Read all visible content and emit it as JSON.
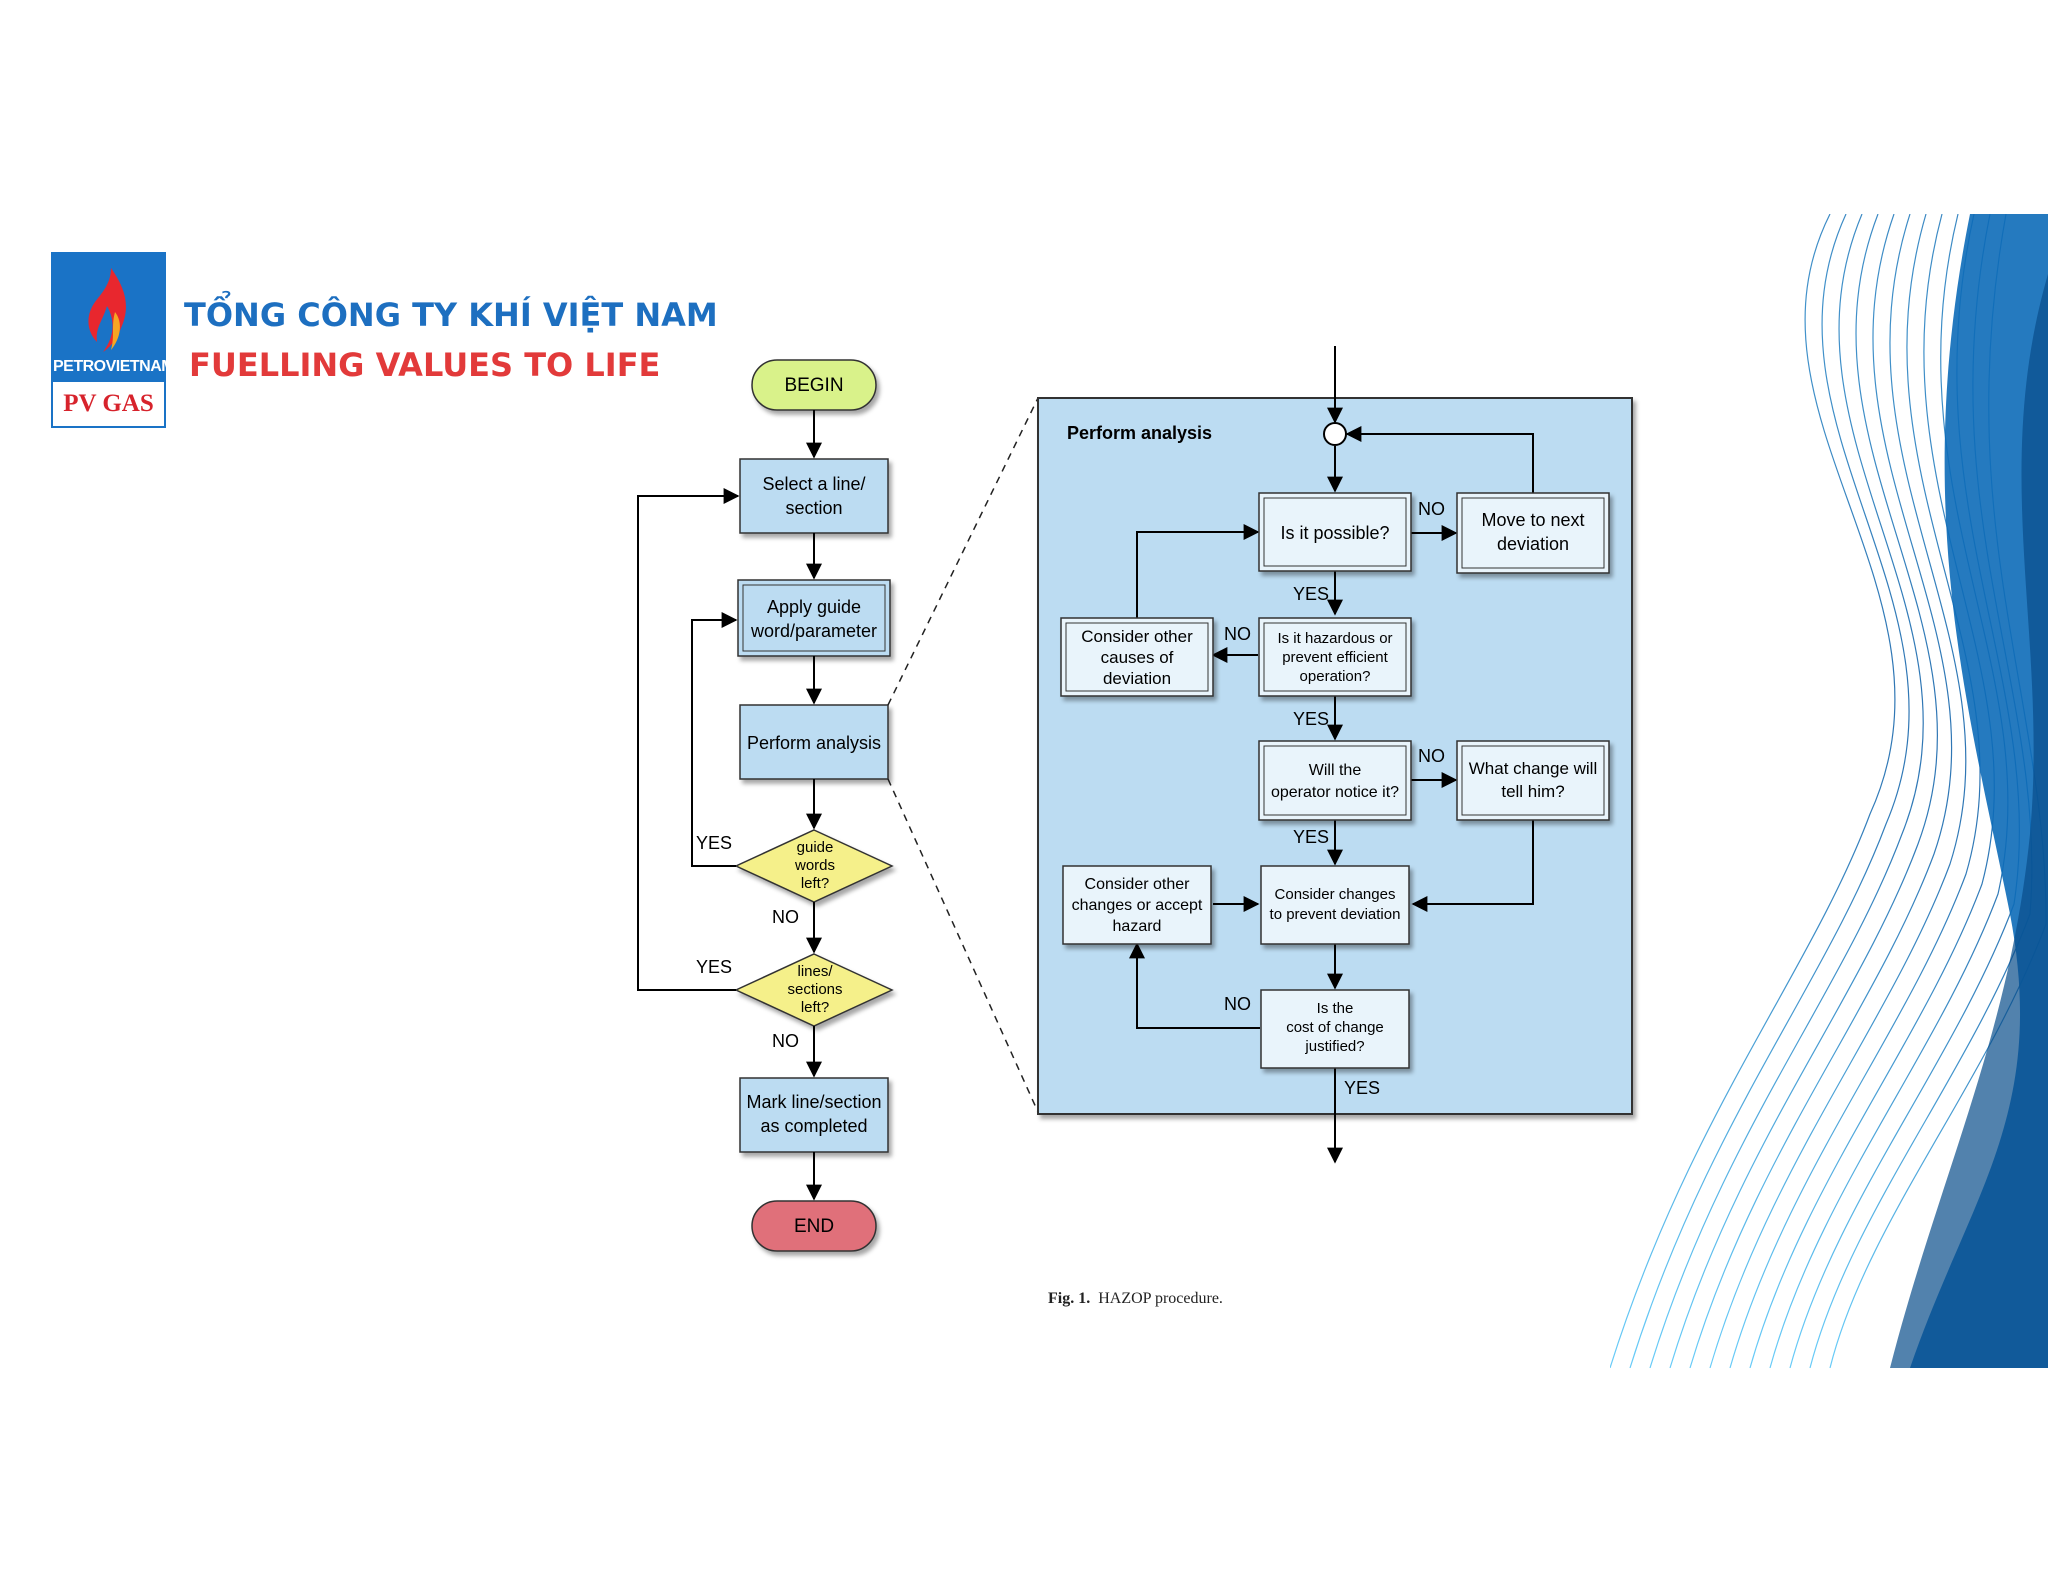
{
  "header": {
    "logo_brand": "PETROVIETNAM",
    "logo_name": "PV GAS",
    "company_name": "TỔNG CÔNG TY KHÍ VIỆT NAM",
    "slogan": "FUELLING VALUES TO LIFE"
  },
  "flowchart": {
    "begin": "BEGIN",
    "select_line": [
      "Select a line/",
      "section"
    ],
    "apply_guide": [
      "Apply guide",
      "word/parameter"
    ],
    "perform_analysis": "Perform analysis",
    "guide_words_left": [
      "guide",
      "words",
      "left?"
    ],
    "lines_sections_left": [
      "lines/",
      "sections",
      "left?"
    ],
    "mark_completed": [
      "Mark line/section",
      "as completed"
    ],
    "end": "END",
    "yes": "YES",
    "no": "NO"
  },
  "detail": {
    "title": "Perform analysis",
    "is_possible": "Is it possible?",
    "move_next": [
      "Move to next",
      "deviation"
    ],
    "is_hazardous": [
      "Is it hazardous or",
      "prevent efficient",
      "operation?"
    ],
    "consider_causes": [
      "Consider other",
      "causes of",
      "deviation"
    ],
    "operator_notice": [
      "Will the",
      "operator notice it?"
    ],
    "what_change": [
      "What change will",
      "tell him?"
    ],
    "consider_changes": [
      "Consider changes",
      "to prevent deviation"
    ],
    "consider_other_changes": [
      "Consider other",
      "changes or accept",
      "hazard"
    ],
    "cost_justified": [
      "Is the",
      "cost of change",
      "justified?"
    ],
    "yes": "YES",
    "no": "NO"
  },
  "caption": {
    "label": "Fig. 1.",
    "text": "HAZOP procedure."
  }
}
